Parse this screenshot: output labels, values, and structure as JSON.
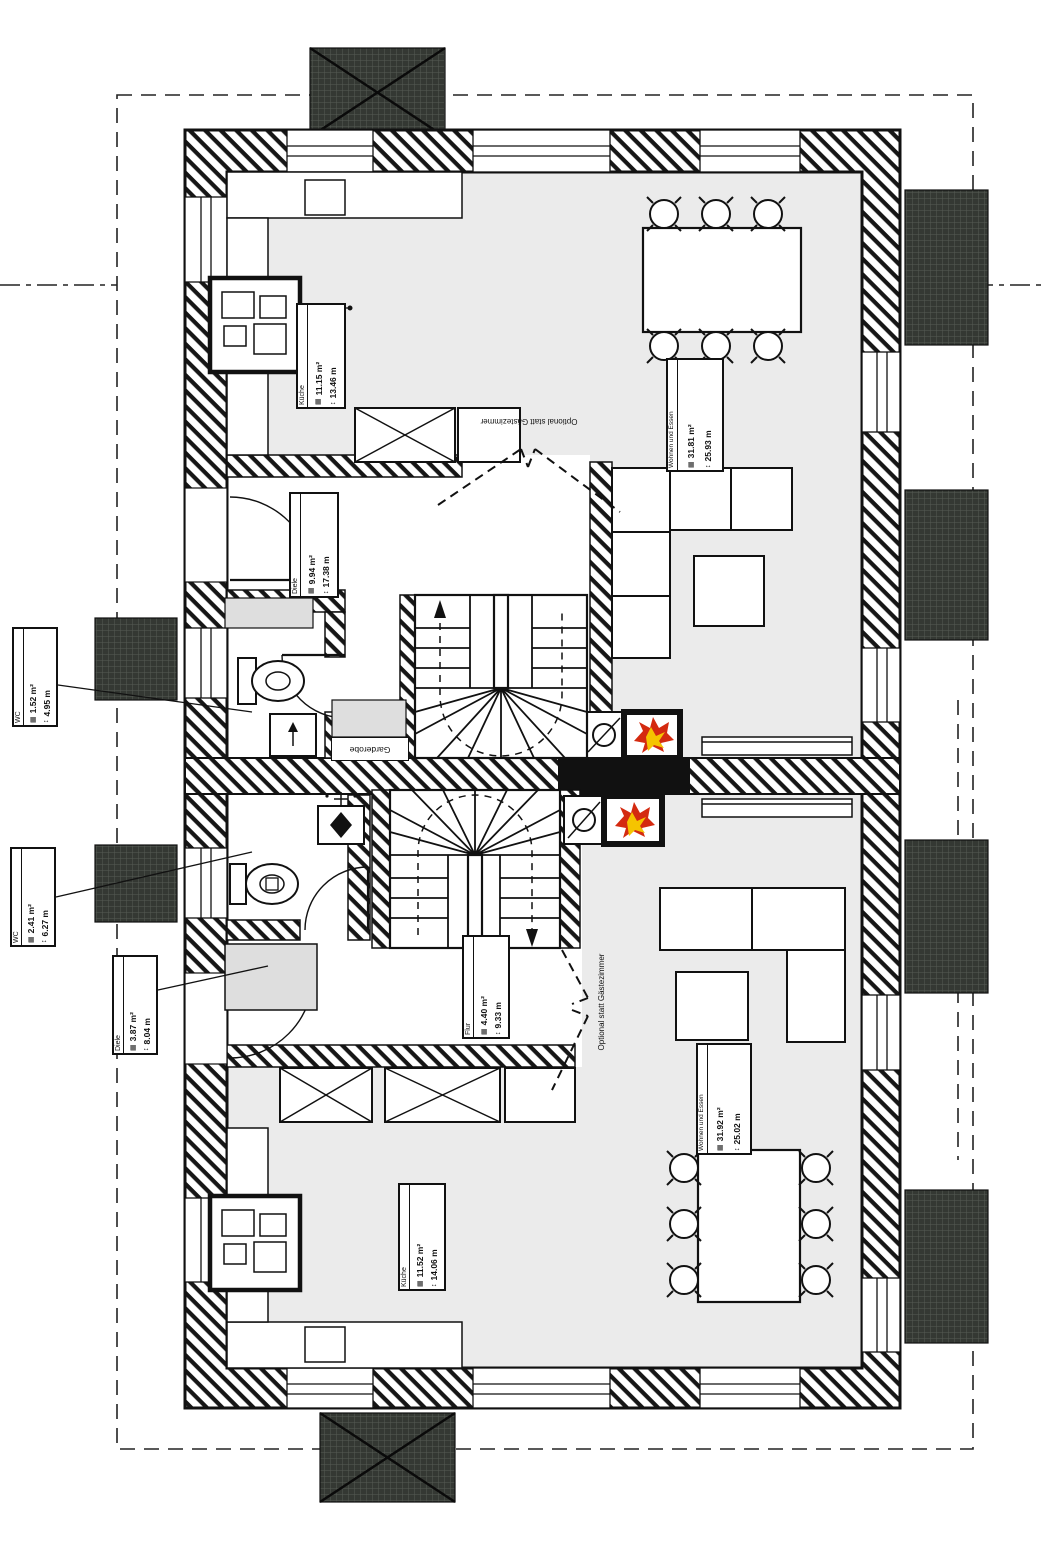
{
  "plan": {
    "rooms": [
      {
        "name": "Küche",
        "area": "11.15 m²",
        "perimeter": "13.46 m"
      },
      {
        "name": "Diele",
        "area": "9.94 m²",
        "perimeter": "17.38 m"
      },
      {
        "name": "WC",
        "area": "1.52 m²",
        "perimeter": "4.95 m"
      },
      {
        "name": "Wohnen und Essen",
        "area": "31.81 m²",
        "perimeter": "25.93 m"
      },
      {
        "name": "WC",
        "area": "2.41 m²",
        "perimeter": "6.27 m"
      },
      {
        "name": "Diele",
        "area": "3.87 m²",
        "perimeter": "8.04 m"
      },
      {
        "name": "Flur",
        "area": "4.40 m²",
        "perimeter": "9.33 m"
      },
      {
        "name": "Wohnen und Essen",
        "area": "31.92 m²",
        "perimeter": "25.02 m"
      },
      {
        "name": "Küche",
        "area": "11.52 m²",
        "perimeter": "14.06 m"
      }
    ],
    "annotations": {
      "garderobe": "Garderobe",
      "optional_upper": "Optional statt Gästezimmer",
      "optional_lower": "Optional statt Gästezimmer"
    },
    "icons": {
      "area": "▦",
      "perimeter": "↕"
    },
    "colors": {
      "line": "#111111",
      "floor": "#ebebeb",
      "dark_block": "#343833",
      "flame_red": "#d42a10",
      "flame_yellow": "#f5c400"
    }
  }
}
